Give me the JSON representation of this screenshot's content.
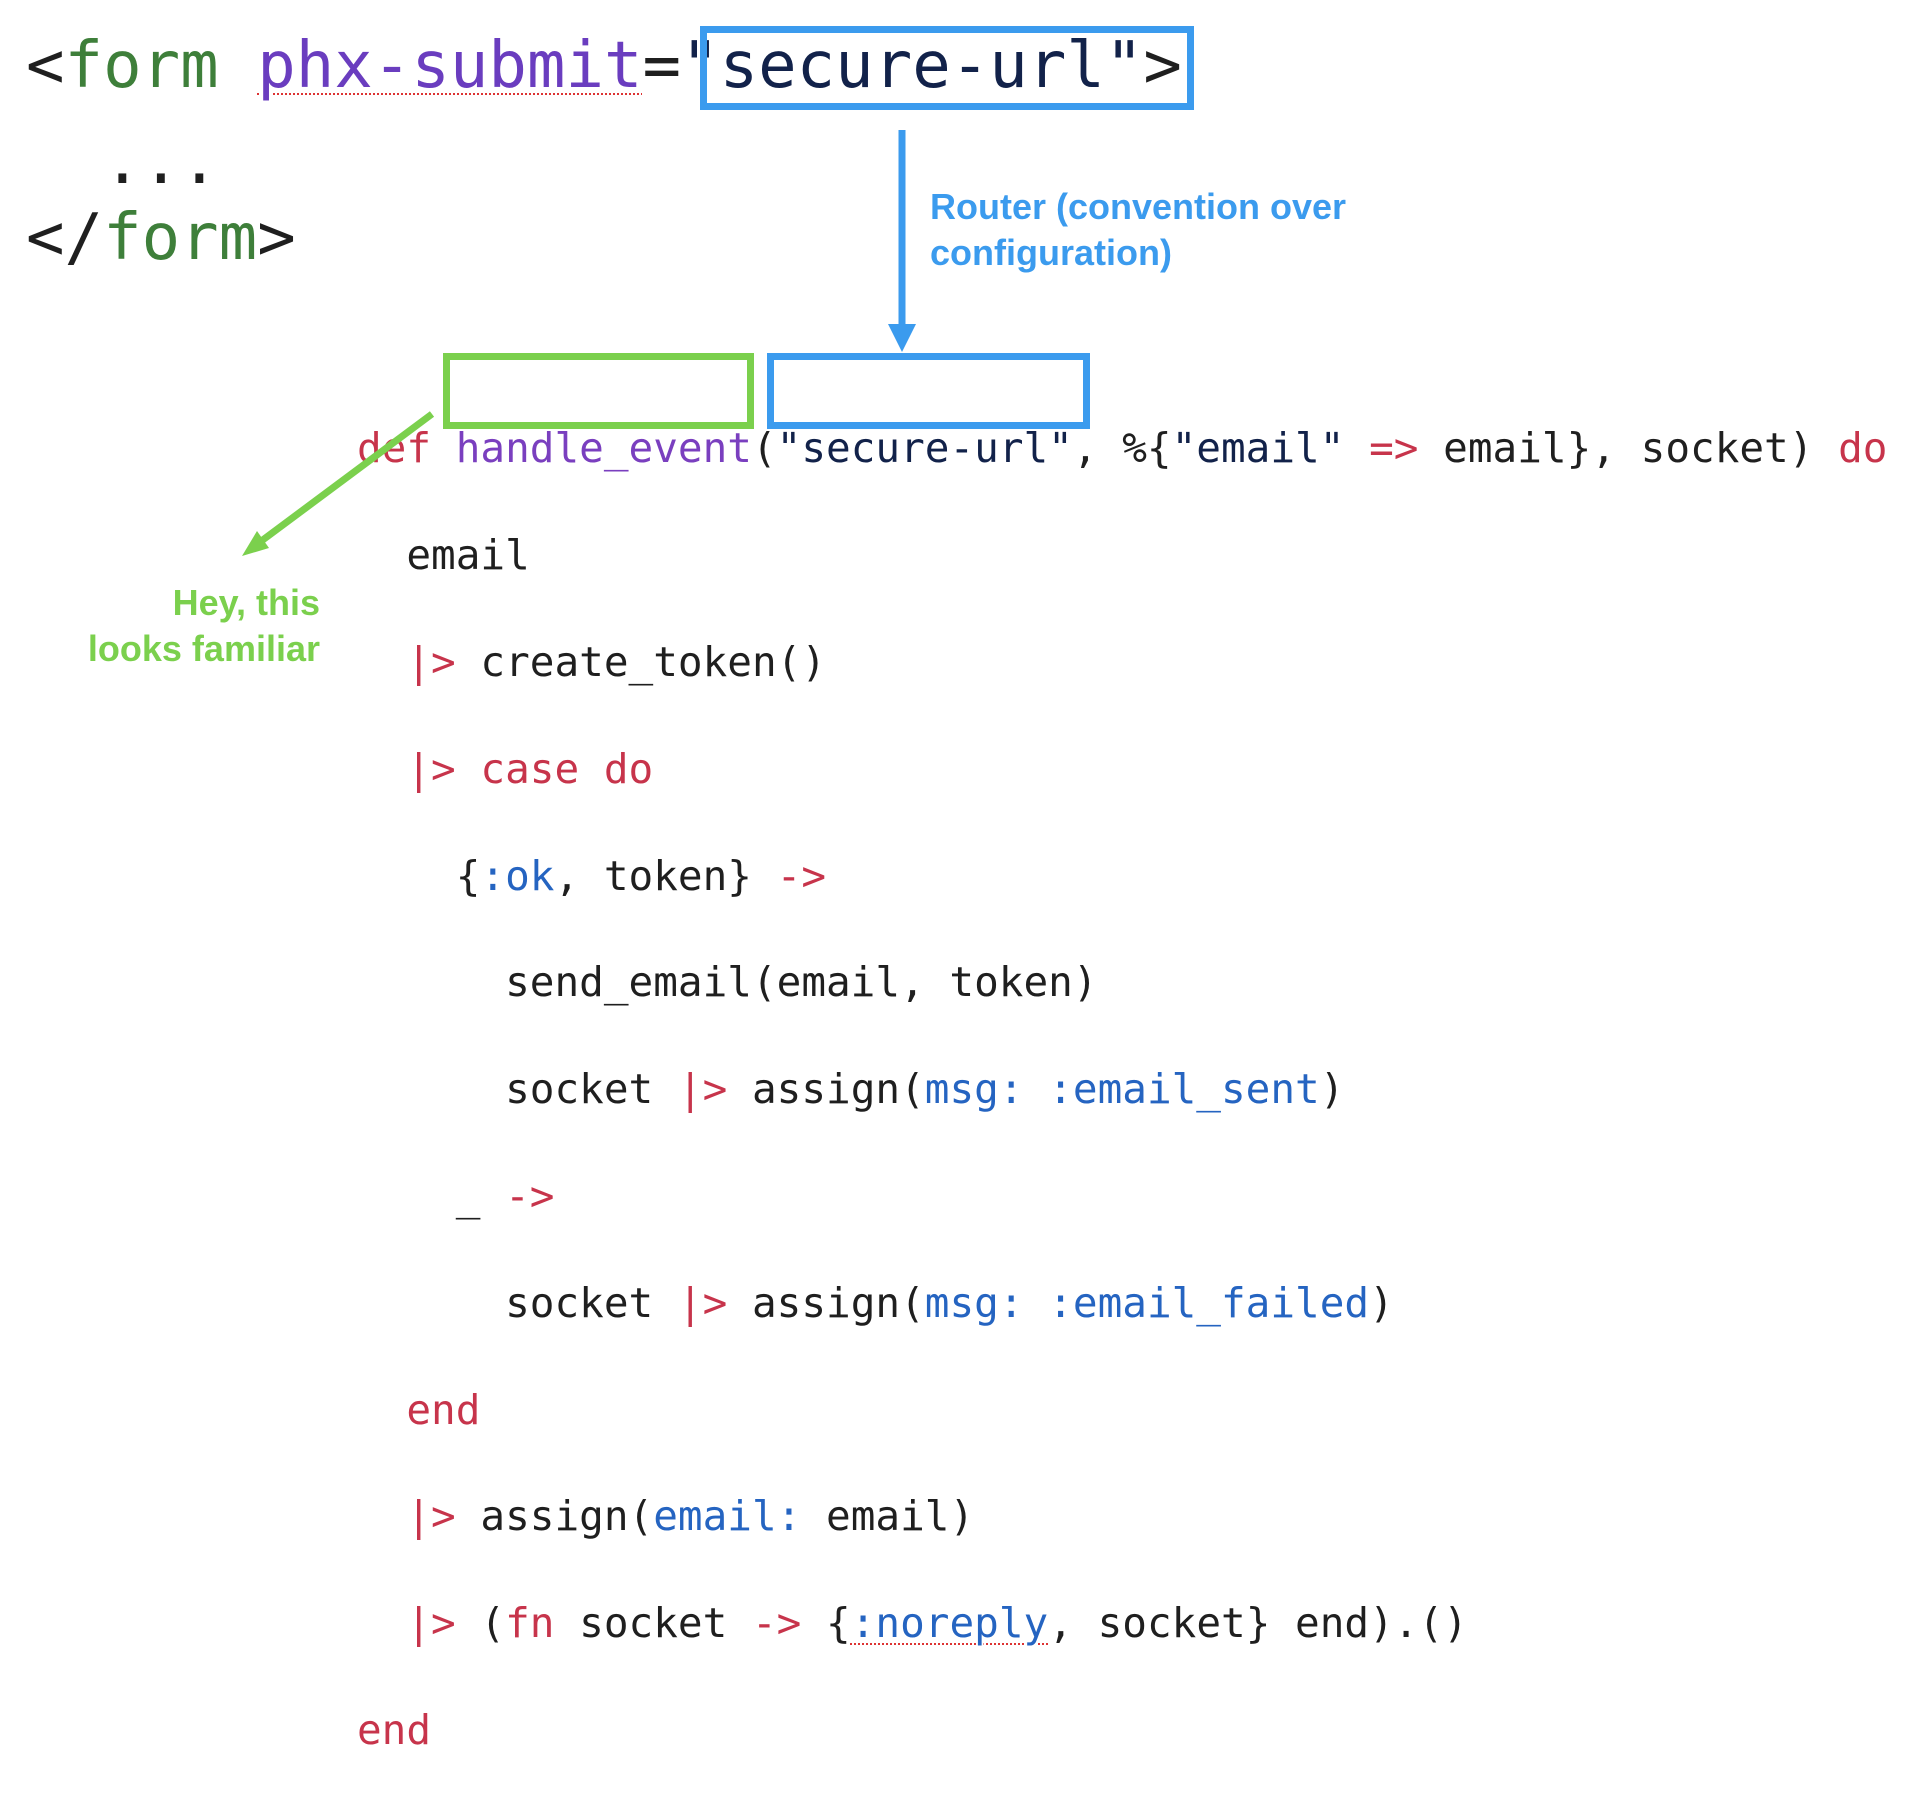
{
  "form": {
    "open_lt": "<",
    "open_tag": "form",
    "attr_name": "phx-submit",
    "equals": "=",
    "attr_value": "\"secure-url\"",
    "open_gt": ">",
    "ellipsis": "...",
    "close_lt": "</",
    "close_tag": "form",
    "close_gt": ">"
  },
  "code": {
    "l1": {
      "def": "def",
      "fn": "handle_event",
      "paren": "(",
      "event": "\"secure-url\"",
      "rest_a": ", %{",
      "email_str": "\"email\"",
      "sp": " ",
      "arrow": "=>",
      "rest_b": " email}, socket) ",
      "do": "do"
    },
    "l2": {
      "text": "email"
    },
    "l3": {
      "pipe": "|>",
      "text": " create_token()"
    },
    "l4": {
      "pipe": "|>",
      "case": " case do"
    },
    "l5": {
      "open": "{",
      "ok": ":ok",
      "mid": ", token} ",
      "arrow": "->"
    },
    "l6": {
      "text": "send_email(email, token)"
    },
    "l7": {
      "a": "socket ",
      "pipe": "|>",
      "b": " assign(",
      "key": "msg:",
      "sp": " ",
      "atom": ":email_sent",
      "c": ")"
    },
    "l8": {
      "under": "_ ",
      "arrow": "->"
    },
    "l9": {
      "a": "socket ",
      "pipe": "|>",
      "b": " assign(",
      "key": "msg:",
      "sp": " ",
      "atom": ":email_failed",
      "c": ")"
    },
    "l10": {
      "end": "end"
    },
    "l11": {
      "pipe": "|>",
      "a": " assign(",
      "key": "email:",
      "b": " email)"
    },
    "l12": {
      "pipe": "|>",
      "a": " (",
      "fn": "fn",
      "b": " socket ",
      "arrow": "->",
      "c": " {",
      "atom": ":noreply",
      "d": ", socket} end).()"
    },
    "l13": {
      "end": "end"
    }
  },
  "annotations": {
    "router": "Router (convention over\nconfiguration)",
    "familiar": "Hey, this\nlooks familiar"
  },
  "colors": {
    "blue_highlight": "#3b9bee",
    "green_highlight": "#7bd04d",
    "keyword": "#c7344b",
    "function_name": "#7a3fbf",
    "atom": "#2564c1",
    "html_tag": "#3e7f3a"
  }
}
